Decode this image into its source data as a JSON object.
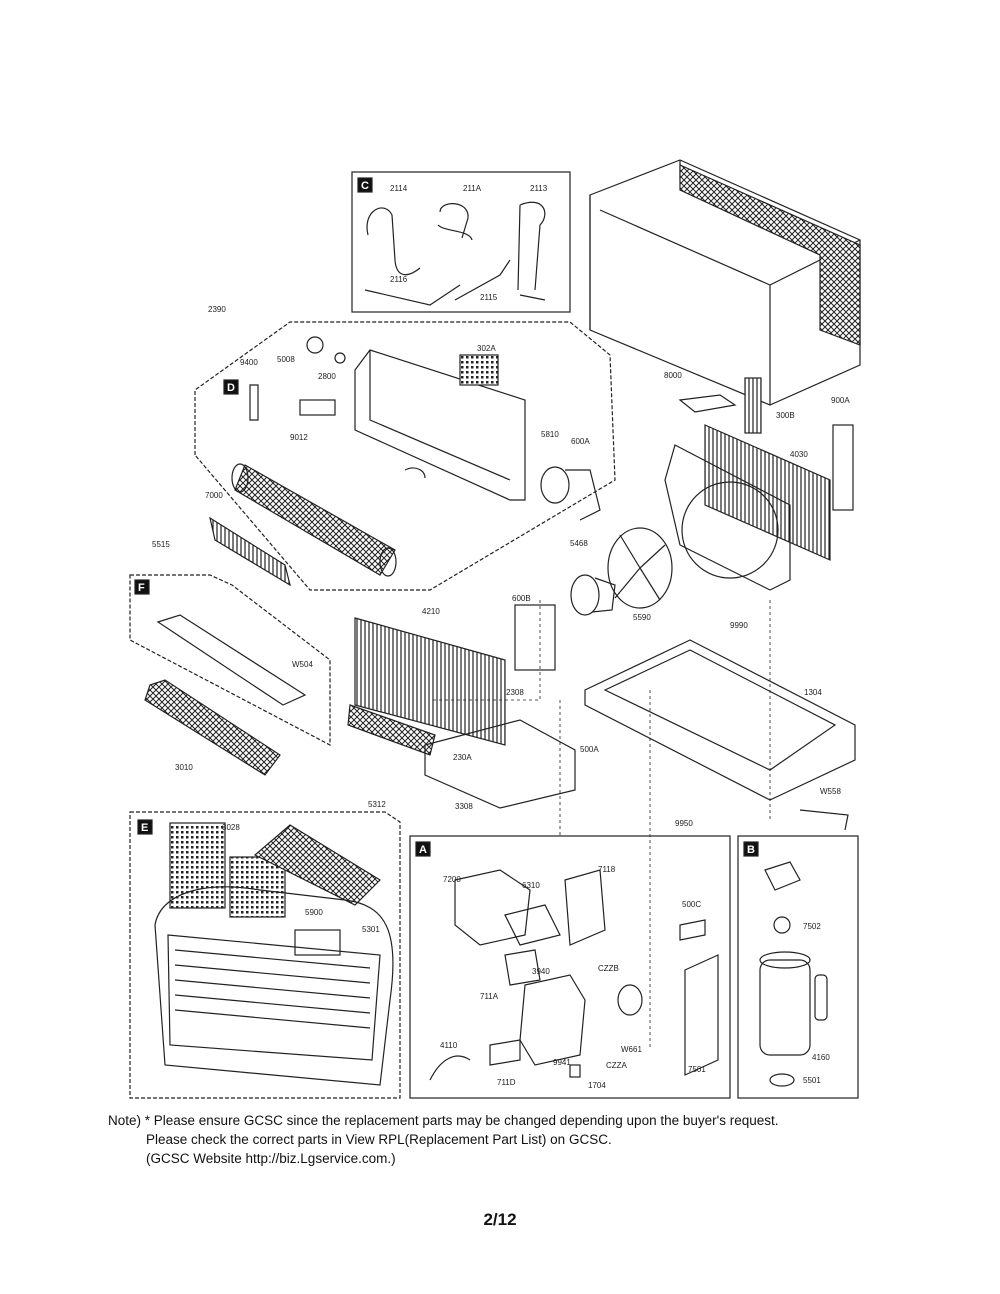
{
  "sections": {
    "A": "A",
    "B": "B",
    "C": "C",
    "D": "D",
    "E": "E",
    "F": "F"
  },
  "parts": {
    "p2114": "2114",
    "p211A": "211A",
    "p2113": "2113",
    "p2116": "2116",
    "p2115": "2115",
    "p2390": "2390",
    "p9400": "9400",
    "p5008": "5008",
    "p2800": "2800",
    "p302A": "302A",
    "p9012": "9012",
    "p600A": "600A",
    "p5810": "5810",
    "p8000": "8000",
    "p300B": "300B",
    "p900A": "900A",
    "p4030": "4030",
    "p7000": "7000",
    "p5515": "5515",
    "p5468": "5468",
    "p600B": "600B",
    "p5590": "5590",
    "p9990": "9990",
    "p4210": "4210",
    "pW504": "W504",
    "p2308": "2308",
    "p1304": "1304",
    "p230A": "230A",
    "p500A": "500A",
    "p3010": "3010",
    "p3308": "3308",
    "pW558": "W558",
    "p5312": "5312",
    "p3028": "3028",
    "p9950": "9950",
    "p5900": "5900",
    "p5301": "5301",
    "p7200": "7200",
    "p6310": "6310",
    "p7118": "7118",
    "p500C": "500C",
    "p7502": "7502",
    "pCZZB": "CZZB",
    "p3940": "3940",
    "p711A": "711A",
    "p4110": "4110",
    "p9941": "9941",
    "pW661": "W661",
    "pCZZA": "CZZA",
    "p711D": "711D",
    "p1704": "1704",
    "p7501": "7501",
    "p4160": "4160",
    "p5501": "5501"
  },
  "note": {
    "line1": "Note) * Please ensure GCSC since the replacement parts may be changed depending upon the buyer's request.",
    "line2": "Please check  the correct parts in View RPL(Replacement Part List) on GCSC.",
    "line3": "(GCSC Website  http://biz.Lgservice.com.)"
  },
  "page_number": "2/12"
}
